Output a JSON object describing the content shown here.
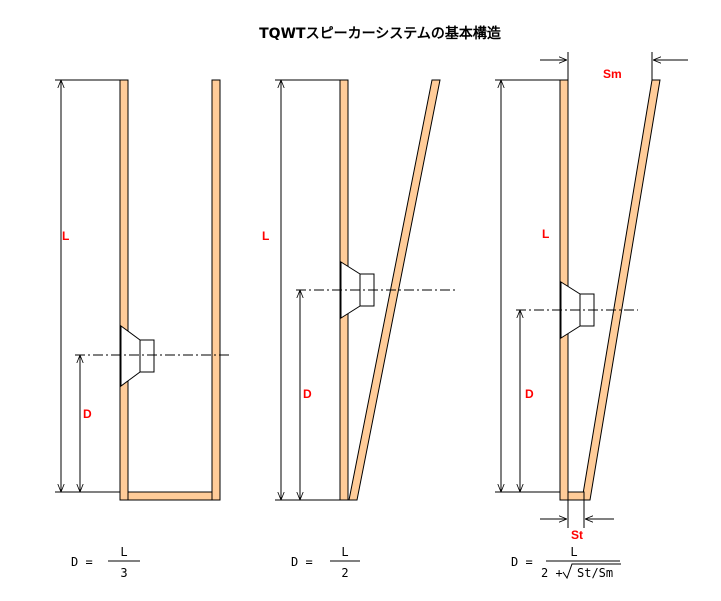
{
  "title": "TQWTスピーカーシステムの基本構造",
  "colors": {
    "wall": "#ffcc99",
    "label": "#ff0000",
    "line": "#000000"
  },
  "diagrams": [
    {
      "label_L": "L",
      "label_D": "D",
      "formula": {
        "lhs": "D =",
        "numerator": "L",
        "denominator": "3"
      }
    },
    {
      "label_L": "L",
      "label_D": "D",
      "formula": {
        "lhs": "D =",
        "numerator": "L",
        "denominator": "2"
      }
    },
    {
      "label_L": "L",
      "label_D": "D",
      "label_Sm": "Sm",
      "label_St": "St",
      "formula": {
        "lhs": "D =",
        "numerator": "L",
        "denominator_prefix": "2 +",
        "denominator_radicand": "St/Sm"
      }
    }
  ]
}
